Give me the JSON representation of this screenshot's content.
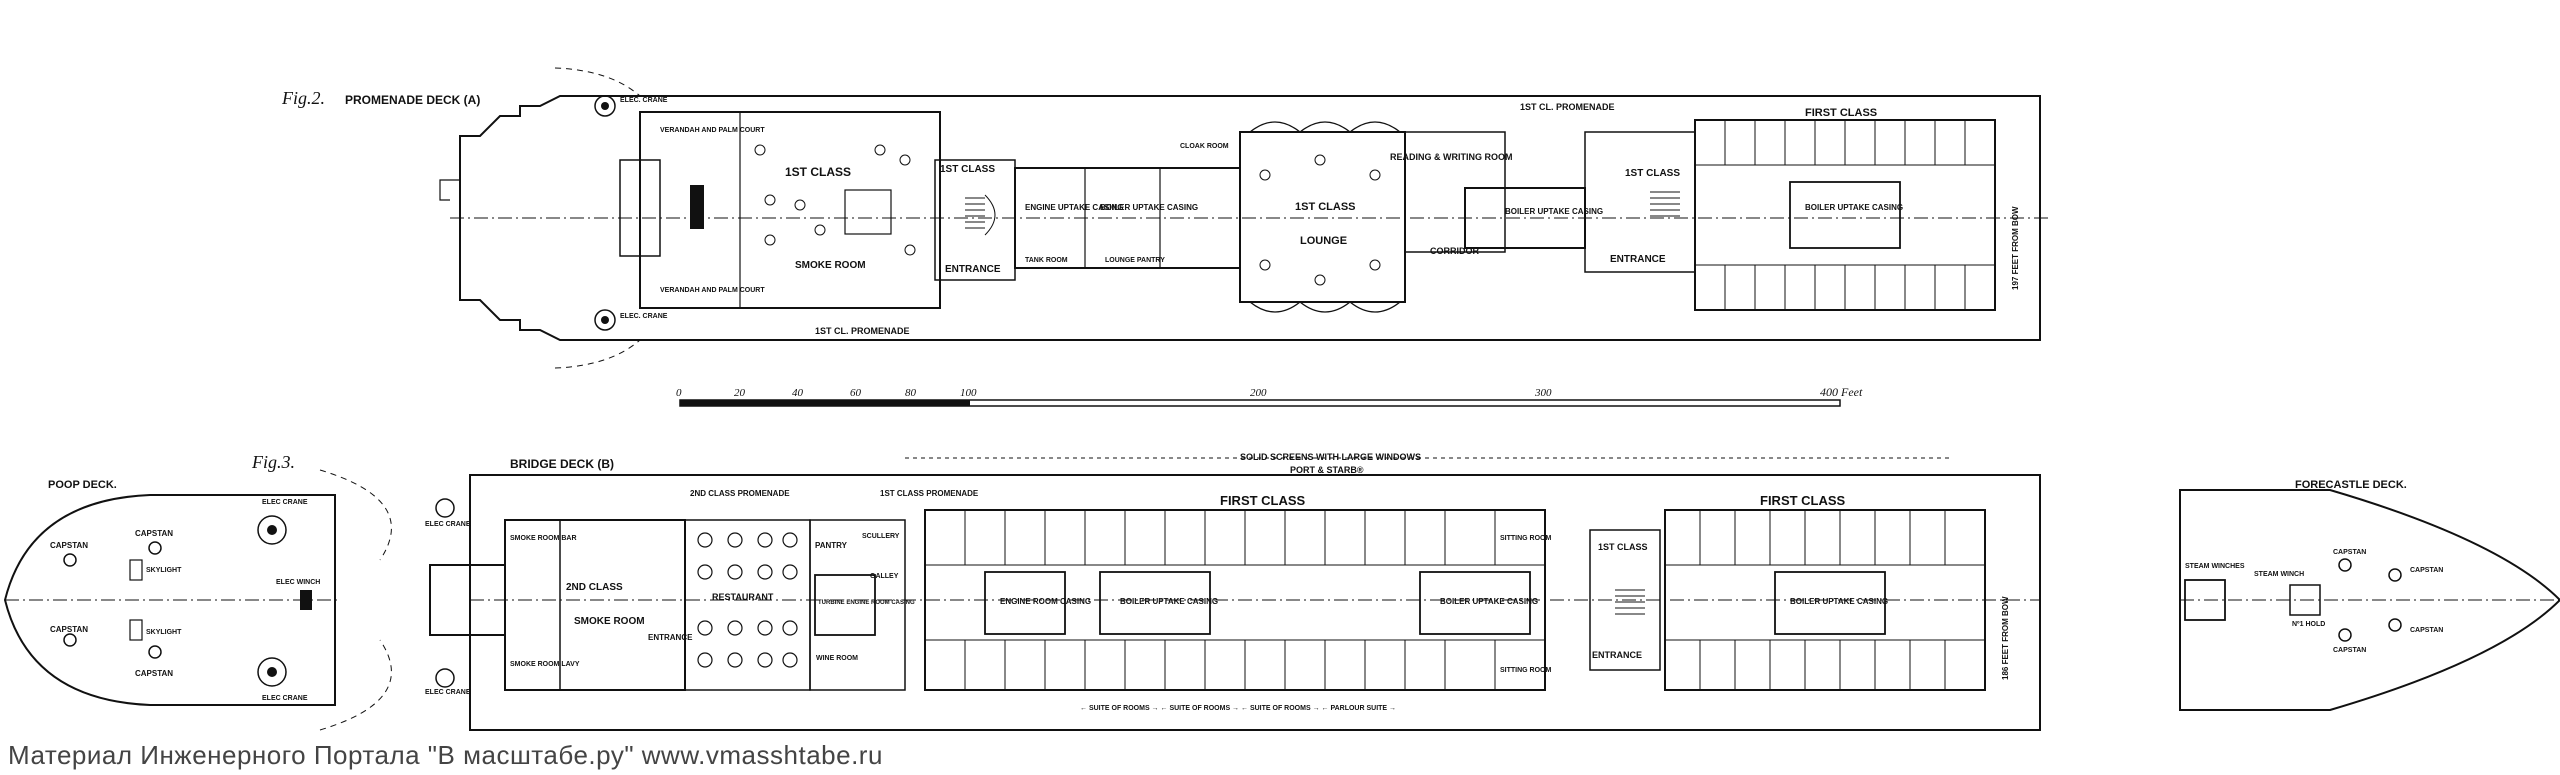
{
  "fig2": {
    "caption": "Fig.2.",
    "title": "PROMENADE DECK (A)",
    "labels": {
      "elec_crane_top": "ELEC. CRANE",
      "elec_crane_bot": "ELEC. CRANE",
      "veranda_top": "VERANDAH AND PALM COURT",
      "veranda_bot": "VERANDAH AND PALM COURT",
      "first_class_aft": "1ST CLASS",
      "smoke_room": "SMOKE ROOM",
      "first_class_entrance": "1ST CLASS",
      "entrance_aft": "ENTRANCE",
      "engine_casing": "ENGINE UPTAKE CASING",
      "boiler_casing_1": "BOILER UPTAKE CASING",
      "tank_room": "TANK ROOM",
      "lounge_pantry": "LOUNGE PANTRY",
      "cloak_room": "CLOAK ROOM",
      "lounge_class": "1ST CLASS",
      "lounge": "LOUNGE",
      "reading_writing": "READING & WRITING ROOM",
      "boiler_casing_2": "BOILER UPTAKE CASING",
      "corridor": "CORRIDOR",
      "promenade_top": "1ST CL. PROMENADE",
      "promenade_bot": "1ST CL. PROMENADE",
      "first_class_fwd": "1ST CLASS",
      "entrance_fwd": "ENTRANCE",
      "first_class_cabins": "FIRST CLASS",
      "boiler_casing_3": "BOILER UPTAKE CASING",
      "feet_from_bow": "197 FEET FROM BOW"
    }
  },
  "scale": {
    "ticks": [
      "0",
      "20",
      "40",
      "60",
      "80",
      "100",
      "200",
      "300"
    ],
    "end_label": "400 Feet"
  },
  "fig3": {
    "caption": "Fig.3.",
    "poop": {
      "title": "POOP DECK.",
      "capstan_1": "CAPSTAN",
      "capstan_2": "CAPSTAN",
      "capstan_3": "CAPSTAN",
      "capstan_4": "CAPSTAN",
      "skylight_1": "SKYLIGHT",
      "skylight_2": "SKYLIGHT",
      "elec_crane_1": "ELEC CRANE",
      "elec_crane_2": "ELEC CRANE",
      "elec_winch": "ELEC WINCH"
    },
    "bridge": {
      "title": "BRIDGE DECK (B)",
      "solid_screens": "SOLID SCREENS WITH LARGE WINDOWS",
      "port_starb": "PORT & STARB®",
      "second_promenade": "2ND CLASS PROMENADE",
      "first_promenade": "1ST CLASS PROMENADE",
      "first_class_1": "FIRST CLASS",
      "first_class_2": "FIRST CLASS",
      "second_class": "2ND CLASS",
      "smoke_room": "SMOKE ROOM",
      "smoke_room_bar": "SMOKE ROOM BAR",
      "smoke_room_lavy": "SMOKE ROOM LAVY",
      "entrance_aft": "ENTRANCE",
      "restaurant": "RESTAURANT",
      "pantry": "PANTRY",
      "scullery": "SCULLERY",
      "galley": "GALLEY",
      "turbine_casing": "TURBINE ENGINE ROOM CASING",
      "wine_room": "WINE ROOM",
      "engine_casing": "ENGINE ROOM CASING",
      "boiler_casing_1": "BOILER UPTAKE CASING",
      "boiler_casing_2": "BOILER UPTAKE CASING",
      "boiler_casing_3": "BOILER UPTAKE CASING",
      "sitting_room_1": "SITTING ROOM",
      "sitting_room_2": "SITTING ROOM",
      "first_class_entrance": "1ST CLASS",
      "entrance_fwd": "ENTRANCE",
      "suites": "← SUITE OF ROOMS →  ← SUITE OF ROOMS →  ← SUITE OF ROOMS →  ← PARLOUR SUITE →",
      "feet_from_bow": "186 FEET FROM BOW",
      "elec_crane_1": "ELEC CRANE",
      "elec_crane_2": "ELEC CRANE"
    },
    "forecastle": {
      "title": "FORECASTLE DECK.",
      "capstan_1": "CAPSTAN",
      "capstan_2": "CAPSTAN",
      "capstan_3": "CAPSTAN",
      "capstan_4": "CAPSTAN",
      "steam_winches": "STEAM WINCHES",
      "steam_winch": "STEAM WINCH",
      "hold": "Nº1 HOLD"
    }
  },
  "watermark": "Материал Инженерного Портала  \"В масштабе.ру\"  www.vmasshtabe.ru"
}
